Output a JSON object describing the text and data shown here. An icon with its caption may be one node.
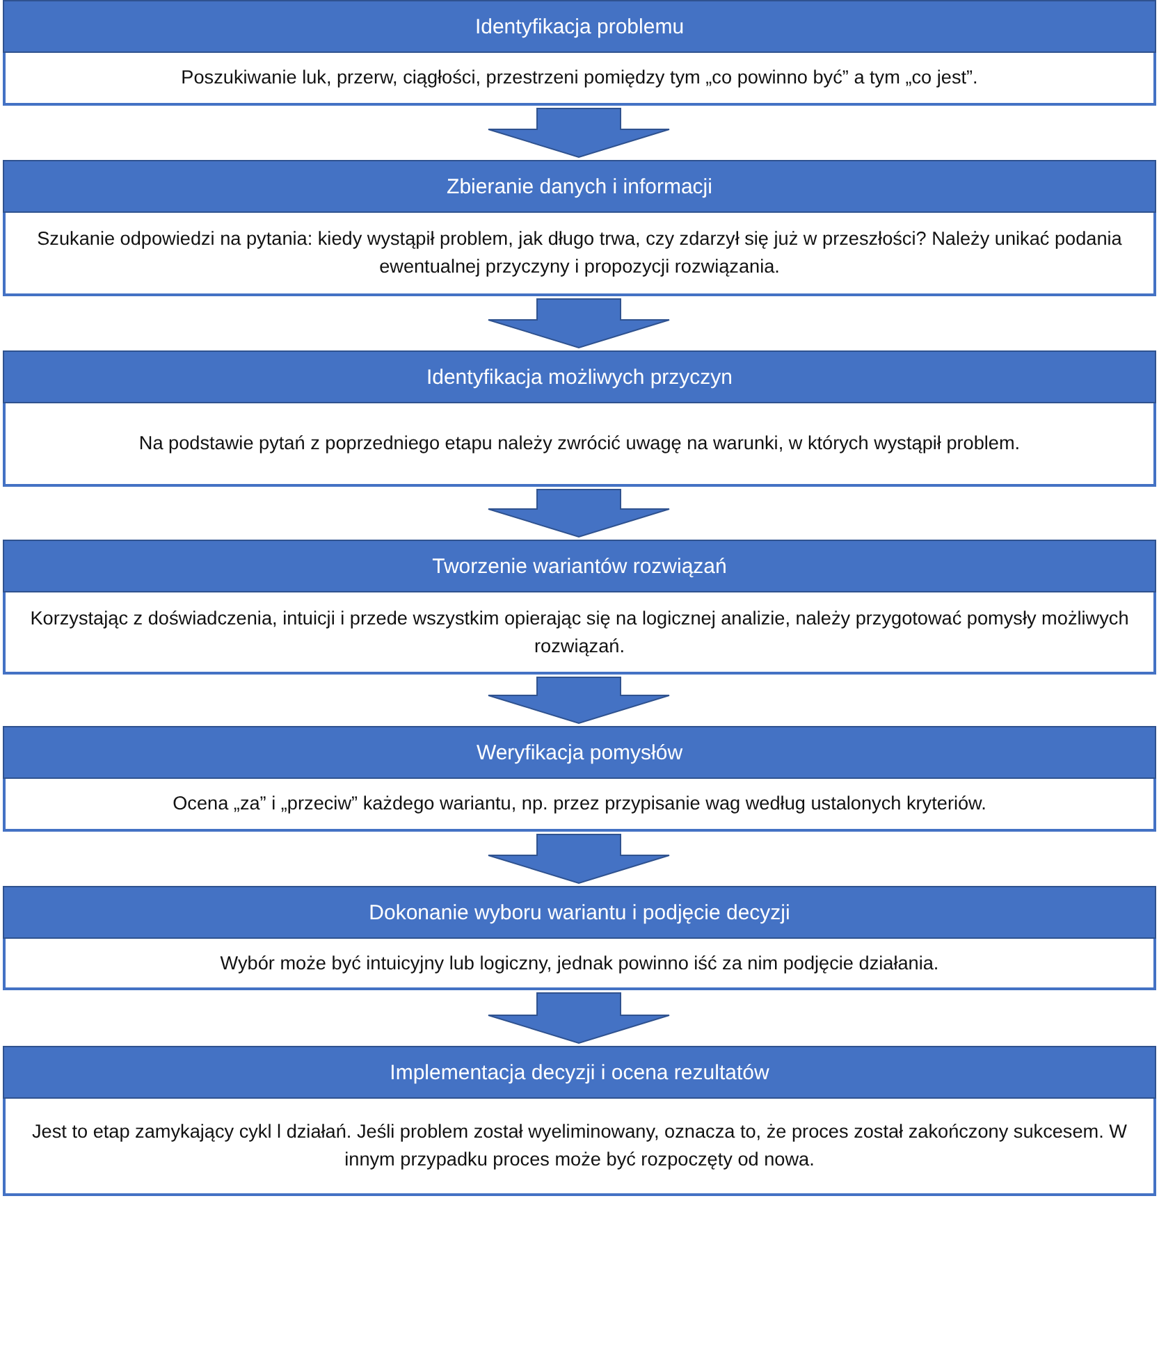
{
  "diagram": {
    "nodes": [
      {
        "text": [
          "Identyfikacja problemu",
          "Poszukiwanie luk, przerw, ciągłości, przestrzeni pomiędzy tym „co powinno być” a tym „co jest”."
        ]
      },
      {
        "text": [
          "Zbieranie danych i informacji",
          "Szukanie odpowiedzi na pytania: kiedy wystąpił problem, jak długo trwa, czy zdarzył się już w przeszłości? Należy unikać podania ewentualnej przyczyny i propozycji rozwiązania."
        ]
      },
      {
        "text": [
          "Identyfikacja możliwych przyczyn",
          "Na podstawie pytań z poprzedniego etapu należy zwrócić uwagę na warunki, w których wystąpił problem."
        ]
      },
      {
        "text": [
          "Tworzenie wariantów rozwiązań",
          "Korzystając z doświadczenia, intuicji i przede wszystkim opierając się na logicznej analizie, należy przygotować pomysły możliwych rozwiązań."
        ]
      },
      {
        "text": [
          "Weryfikacja pomysłów",
          "Ocena „za” i „przeciw” każdego wariantu, np. przez przypisanie wag według ustalonych kryteriów."
        ]
      },
      {
        "text": [
          "Dokonanie wyboru wariantu i podjęcie decyzji",
          "Wybór może być intuicyjny lub logiczny, jednak powinno iść za nim podjęcie działania."
        ]
      },
      {
        "text": [
          "Implementacja decyzji i ocena rezultatów",
          "Jest to etap zamykający cykl l działań. Jeśli problem został wyeliminowany, oznacza to, że proces został zakończony sukcesem. W innym przypadku proces może być rozpoczęty od nowa."
        ]
      }
    ],
    "edges": [
      {
        "from": 0,
        "to": 1,
        "arrow": "to"
      },
      {
        "from": 1,
        "to": 2,
        "arrow": "to"
      },
      {
        "from": 2,
        "to": 3,
        "arrow": "to"
      },
      {
        "from": 3,
        "to": 4,
        "arrow": "to"
      },
      {
        "from": 4,
        "to": 5,
        "arrow": "to"
      },
      {
        "from": 5,
        "to": 6,
        "arrow": "to"
      }
    ]
  }
}
